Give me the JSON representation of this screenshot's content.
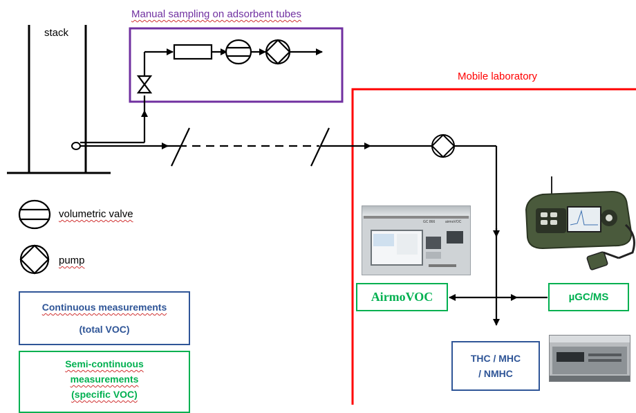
{
  "labels": {
    "stack": "stack",
    "manual_sampling": "Manual sampling on adsorbent tubes",
    "mobile_lab": "Mobile laboratory"
  },
  "legend": {
    "volumetric_valve": "volumetric valve",
    "pump": "pump"
  },
  "boxes": {
    "continuous_line1": "Continuous measurements",
    "continuous_line2": "(total VOC)",
    "semicontinuous_line1": "Semi-continuous",
    "semicontinuous_line2": "measurements",
    "semicontinuous_line3": "(specific VOC)",
    "airmovoc": "AirmoVOC",
    "ugcms": "µGC/MS",
    "thc_line1": "THC / MHC",
    "thc_line2": "/ NMHC"
  },
  "instrument_photo": {
    "brand_left": "GC 866",
    "brand_right": "airmoVOC"
  },
  "colors": {
    "manual_box": "#7030a0",
    "mobile_lab": "#ff0000",
    "continuous_box": "#2f5597",
    "semicontinuous_box": "#00b050"
  }
}
